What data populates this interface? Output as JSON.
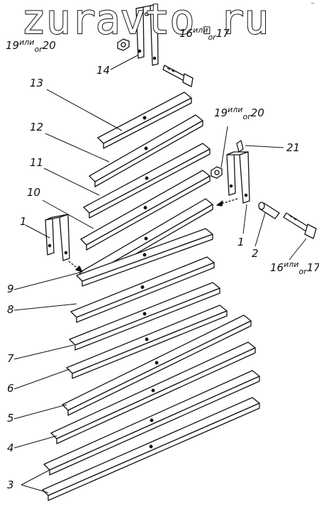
{
  "watermark": "zuravto.ru",
  "labels": {
    "n1_left": "1",
    "n1_right": "1",
    "n2": "2",
    "n3": "3",
    "n4": "4",
    "n5": "5",
    "n6": "6",
    "n7": "7",
    "n8": "8",
    "n9": "9",
    "n10": "10",
    "n11": "11",
    "n12": "12",
    "n13": "13",
    "n14": "14",
    "n21": "21",
    "nut_a": {
      "first": "19",
      "word1": "или",
      "word2": "or",
      "second": "20"
    },
    "nut_b": {
      "first": "19",
      "word1": "или",
      "word2": "or",
      "second": "20"
    },
    "bolt_a": {
      "first": "16",
      "word1": "или",
      "word2": "or",
      "second": "17"
    },
    "bolt_b": {
      "first": "16",
      "word1": "или",
      "word2": "or",
      "second": "17"
    }
  },
  "corner_mark": "~"
}
